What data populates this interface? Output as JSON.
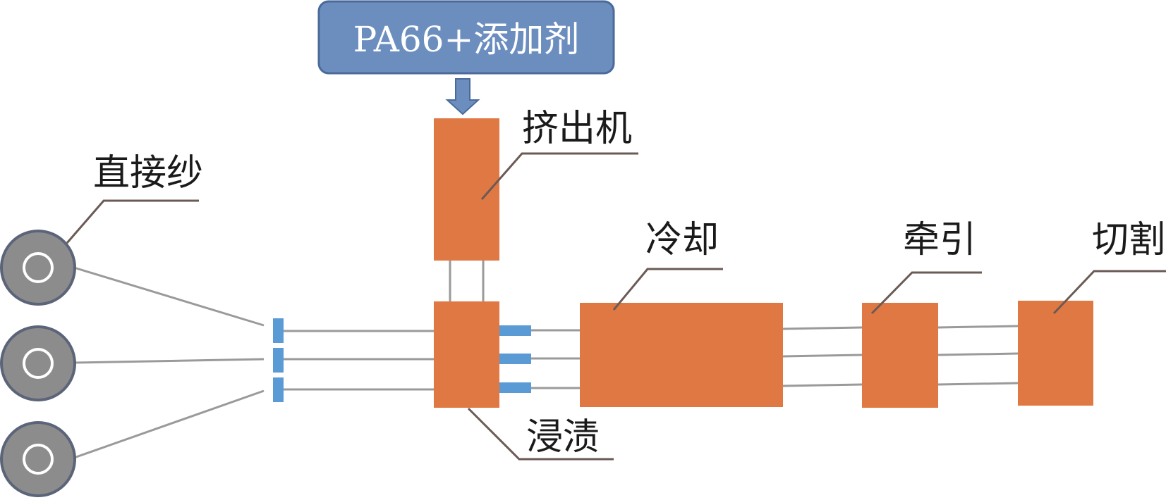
{
  "colors": {
    "process_box": "#E07843",
    "input_box": "#6C8EBF",
    "input_box_border": "#4A6A9A",
    "guide_blue": "#5B9BD5",
    "spool_fill": "#8C8C8C",
    "spool_border": "#5B6478",
    "fiber_line": "#9A9A9A",
    "leader_line": "#6B5A55"
  },
  "input": {
    "label": "PA66+添加剂"
  },
  "labels": {
    "spools": "直接纱",
    "extruder": "挤出机",
    "impregnation": "浸渍",
    "cooling": "冷却",
    "pulling": "牵引",
    "cutting": "切割"
  },
  "icons": {
    "arrow": "arrow-down-icon",
    "spool": "yarn-spool-icon"
  }
}
